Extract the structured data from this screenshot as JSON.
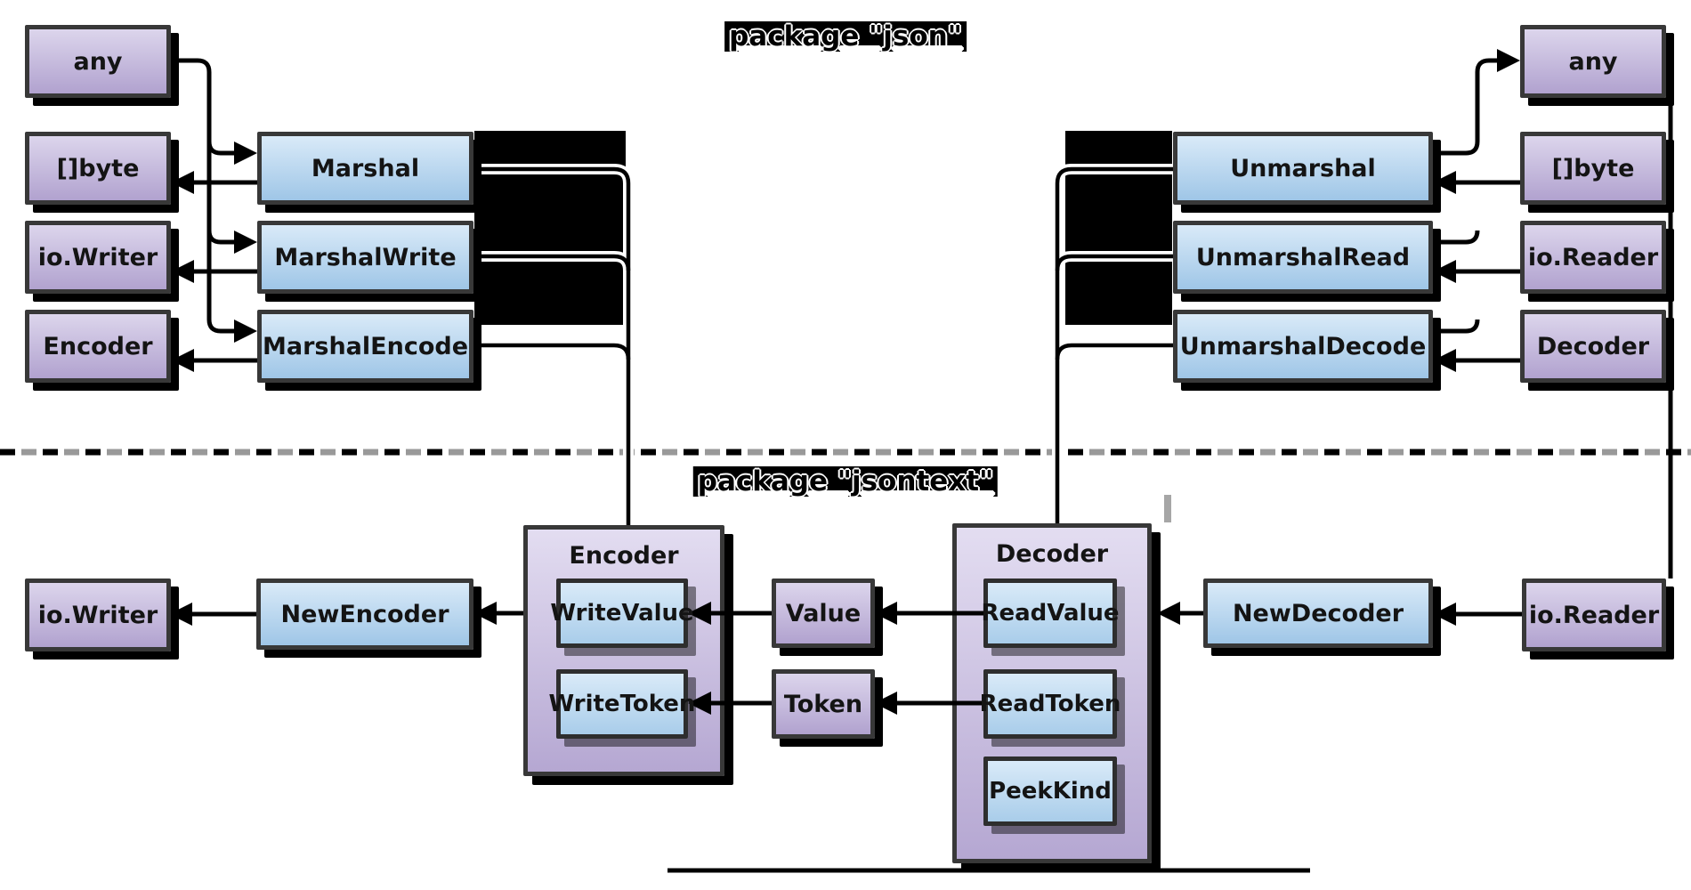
{
  "titles": {
    "json_package": "package \"json\"",
    "jsontext_package": "package \"jsontext\""
  },
  "json": {
    "left_types": [
      {
        "label": "any"
      },
      {
        "label": "[]byte"
      },
      {
        "label": "io.Writer"
      },
      {
        "label": "Encoder"
      }
    ],
    "marshal_functions": [
      {
        "label": "Marshal"
      },
      {
        "label": "MarshalWrite"
      },
      {
        "label": "MarshalEncode"
      }
    ],
    "unmarshal_functions": [
      {
        "label": "Unmarshal"
      },
      {
        "label": "UnmarshalRead"
      },
      {
        "label": "UnmarshalDecode"
      }
    ],
    "right_types": [
      {
        "label": "any"
      },
      {
        "label": "[]byte"
      },
      {
        "label": "io.Reader"
      },
      {
        "label": "Decoder"
      }
    ]
  },
  "jsontext": {
    "writer_type": {
      "label": "io.Writer"
    },
    "new_encoder": {
      "label": "NewEncoder"
    },
    "encoder": {
      "title": "Encoder",
      "methods": [
        {
          "label": "WriteValue"
        },
        {
          "label": "WriteToken"
        }
      ]
    },
    "value_type": {
      "label": "Value"
    },
    "token_type": {
      "label": "Token"
    },
    "decoder": {
      "title": "Decoder",
      "methods": [
        {
          "label": "ReadValue"
        },
        {
          "label": "ReadToken"
        },
        {
          "label": "PeekKind"
        }
      ]
    },
    "new_decoder": {
      "label": "NewDecoder"
    },
    "reader_type": {
      "label": "io.Reader"
    }
  },
  "colors": {
    "purple_top": "#dcd5ec",
    "purple_bottom": "#b1a2cf",
    "blue_top": "#d9eaf8",
    "blue_bottom": "#9fc6e7",
    "container_top": "#e3ddf1",
    "container_bottom": "#b5a7d2",
    "border": "#383838",
    "shadow": "#000000",
    "redacted_block": "#000000",
    "dash_black": "#000000",
    "dash_gray": "#999999",
    "title_background": "#000000",
    "title_outline": "#ffffff"
  }
}
